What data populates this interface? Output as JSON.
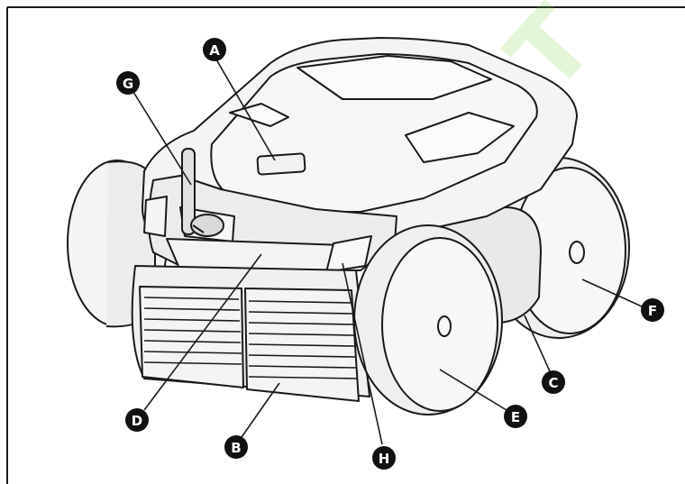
{
  "colors": {
    "outline": "#1a1a1a",
    "callout_fill": "#111111",
    "callout_text": "#ffffff",
    "body_fill": "#f4f4f4",
    "shade": "#e3e3e3",
    "watermark": "#6ccf2e"
  },
  "watermark": {
    "text": "ROBOT"
  },
  "callouts": [
    {
      "id": "A",
      "label": "A"
    },
    {
      "id": "B",
      "label": "B"
    },
    {
      "id": "C",
      "label": "C"
    },
    {
      "id": "D",
      "label": "D"
    },
    {
      "id": "E",
      "label": "E"
    },
    {
      "id": "F",
      "label": "F"
    },
    {
      "id": "G",
      "label": "G"
    },
    {
      "id": "H",
      "label": "H"
    }
  ]
}
